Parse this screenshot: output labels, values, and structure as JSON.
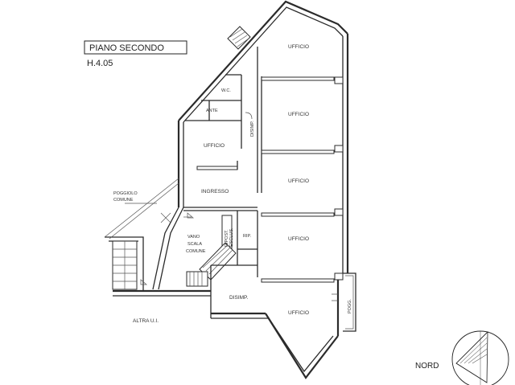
{
  "plan": {
    "title": "PIANO SECONDO",
    "height_note": "H.4.05",
    "rooms": {
      "ufficio_1": "UFFICIO",
      "ufficio_2": "UFFICIO",
      "ufficio_3": "UFFICIO",
      "ufficio_4": "UFFICIO",
      "ufficio_5": "UFFICIO",
      "ufficio_left": "UFFICIO",
      "wc": "W.C.",
      "ante": "ANTE",
      "disimp_vertical": "DISIMP.",
      "ingresso": "INGRESSO",
      "poggiolo_line1": "POGGIOLO",
      "poggiolo_line2": "COMUNE",
      "vano_line1": "VANO",
      "vano_line2": "SCALA",
      "vano_line3": "COMUNE",
      "ripost_line1": "RIPOST.",
      "ripost_line2": "ESCLUS.",
      "rip": "RIP.",
      "disimp_lower": "DISIMP.",
      "altra": "ALTRA U.I.",
      "pogg": "POGG."
    },
    "nord": "NORD"
  }
}
